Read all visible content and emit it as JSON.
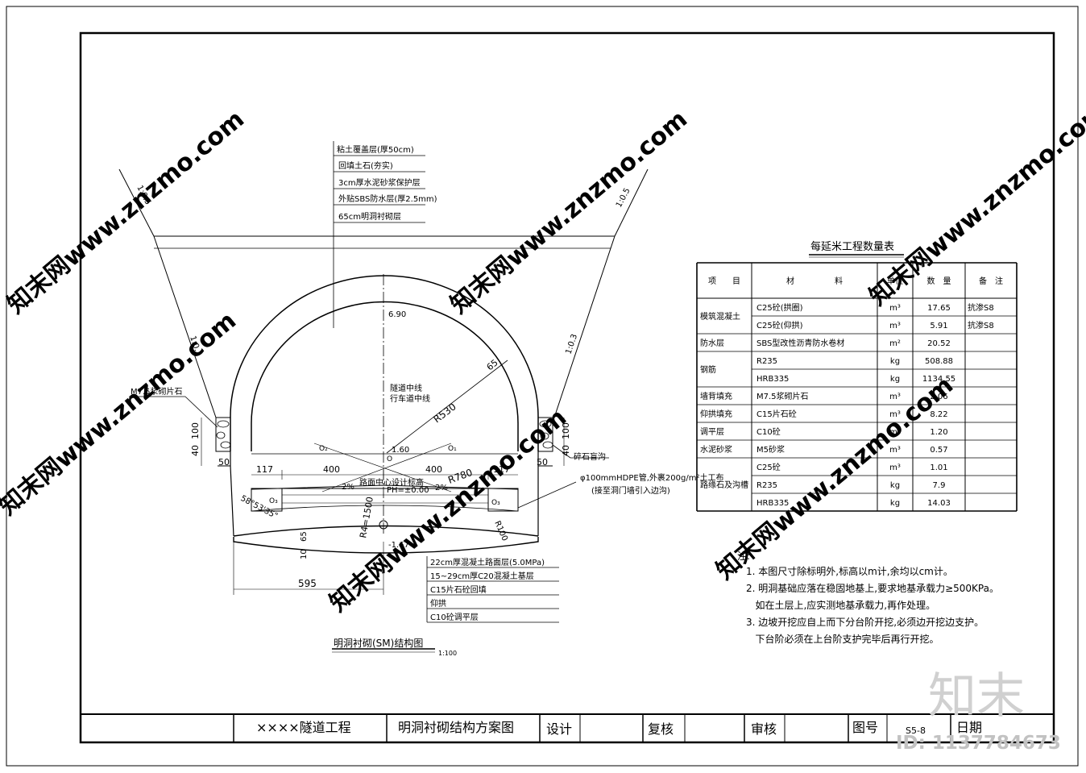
{
  "drawing": {
    "main_title": "明洞衬砌(SM)结构图",
    "scale": "1:100",
    "layers_top": [
      "粘土覆盖层(厚50cm)",
      "回填土石(夯实)",
      "3cm厚水泥砂浆保护层",
      "外贴SBS防水层(厚2.5mm)",
      "65cm明洞衬砌层"
    ],
    "layers_bottom": [
      "22cm厚混凝土路面层(5.0MPa)",
      "15~29cm厚C20混凝土基层",
      "C15片石砼回填",
      "仰拱",
      "C10砼调平层"
    ],
    "slope_left_upper": "1:0.5",
    "slope_right_upper": "1:0.5",
    "slope_left_lower": "1:0.3",
    "slope_right_lower": "1:0.3",
    "left_fill_label": "M7.5浆砌片石",
    "right_drain_label": "碎石盲沟",
    "pipe_label": "φ100mmHDPE管,外裹200g/m²土工布",
    "pipe_note": "(接至洞门墙引入边沟)",
    "centerline_1": "隧道中线",
    "centerline_2": "行车道中线",
    "elev_top": "6.90",
    "elev_spring": "1.60",
    "elev_invert": "-1.67",
    "road_design": "路面中心设计标高",
    "road_pm": "PH=±0.00",
    "radius_main": "R530",
    "radius_invert": "R780",
    "radius_r4": "R4=1500",
    "radius_r100": "R100",
    "thick_65": "65",
    "dim_100": "100",
    "dim_40": "40",
    "dim_50_left": "50",
    "dim_50_right": "50",
    "dim_40_right": "40",
    "dim_100_right": "100",
    "dim_117_left": "117",
    "dim_400_left": "400",
    "dim_400_right": "400",
    "dim_117_right": "117",
    "slope_2_left": "2%",
    "slope_2_right": "2%",
    "angle": "58°53'35\"",
    "dim_10": "10",
    "dim_65_bottom": "65",
    "dim_595": "595",
    "o_left": "O₂",
    "o_right": "O₁",
    "o_center": "O",
    "o_bottom_left": "O₃",
    "o_bottom_right": "O₃"
  },
  "table": {
    "title": "每延米工程数量表",
    "headers": [
      "项　　目",
      "材　　　　　料",
      "单位",
      "数　量",
      "备　注"
    ],
    "rows": [
      {
        "item": "模筑混凝土",
        "material": "C25砼(拱圈)",
        "unit": "m³",
        "qty": "17.65",
        "note": "抗渗S8"
      },
      {
        "item": "",
        "material": "C25砼(仰拱)",
        "unit": "m³",
        "qty": "5.91",
        "note": "抗渗S8"
      },
      {
        "item": "防水层",
        "material": "SBS型改性沥青防水卷材",
        "unit": "m²",
        "qty": "20.52",
        "note": ""
      },
      {
        "item": "钢筋",
        "material": "R235",
        "unit": "kg",
        "qty": "508.88",
        "note": ""
      },
      {
        "item": "",
        "material": "HRB335",
        "unit": "kg",
        "qty": "1134.55",
        "note": ""
      },
      {
        "item": "墙背填充",
        "material": "M7.5浆砌片石",
        "unit": "m³",
        "qty": "2.06",
        "note": ""
      },
      {
        "item": "仰拱填充",
        "material": "C15片石砼",
        "unit": "m³",
        "qty": "8.22",
        "note": ""
      },
      {
        "item": "调平层",
        "material": "C10砼",
        "unit": "m³",
        "qty": "1.20",
        "note": ""
      },
      {
        "item": "水泥砂浆",
        "material": "M5砂浆",
        "unit": "m³",
        "qty": "0.57",
        "note": ""
      },
      {
        "item": "路缘石及沟槽",
        "material": "C25砼",
        "unit": "m³",
        "qty": "1.01",
        "note": ""
      },
      {
        "item": "",
        "material": "R235",
        "unit": "kg",
        "qty": "7.9",
        "note": ""
      },
      {
        "item": "",
        "material": "HRB335",
        "unit": "kg",
        "qty": "14.03",
        "note": ""
      }
    ]
  },
  "notes": {
    "title": "注:",
    "lines": [
      "1. 本图尺寸除标明外,标高以m计,余均以cm计。",
      "2. 明洞基础应落在稳固地基上,要求地基承载力≥500KPa。",
      "   如在土层上,应实测地基承载力,再作处理。",
      "3. 边坡开挖应自上而下分台阶开挖,必须边开挖边支护。",
      "   下台阶必须在上台阶支护完毕后再行开挖。"
    ]
  },
  "title_block": {
    "project": "××××隧道工程",
    "drawing_name": "明洞衬砌结构方案图",
    "design": "设计",
    "review": "复核",
    "audit": "审核",
    "drawing_no_label": "图号",
    "drawing_no": "S5-8",
    "date": "日期"
  },
  "watermark": {
    "site": "知末网www.znzmo.com",
    "brand": "知末",
    "id": "ID: 1137784673"
  }
}
